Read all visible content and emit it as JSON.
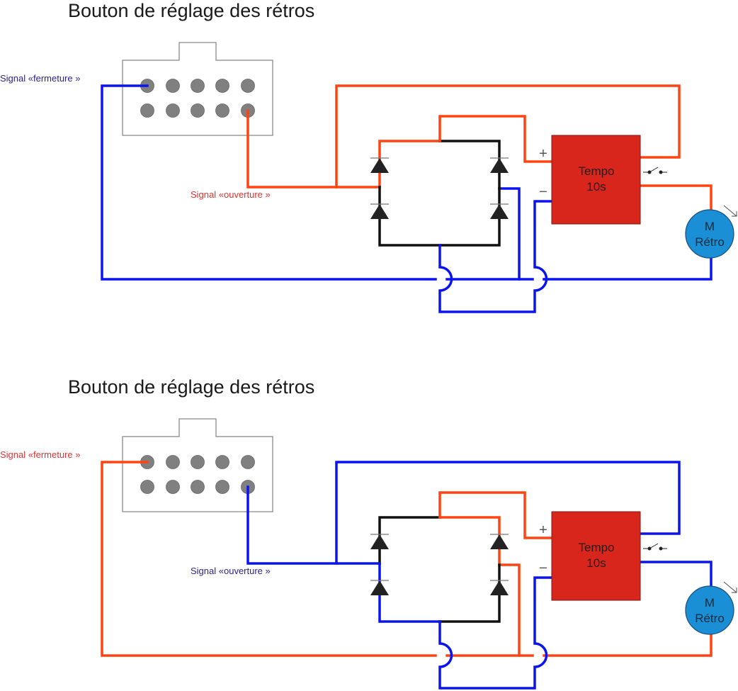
{
  "colors": {
    "wire_red": "#ff4411",
    "wire_blue": "#0a14f0",
    "wire_black": "#111111",
    "label_blue": "#2b1f8a",
    "label_red": "#dd3333",
    "tempo_fill": "#d9261c",
    "motor_fill": "#1a8fd6",
    "pin_fill": "#808080",
    "connector_stroke": "#888888"
  },
  "diagrams": [
    {
      "title": "Bouton de réglage des rétros",
      "signal_fermeture": {
        "label": "Signal «fermeture »",
        "polarity": "blue"
      },
      "signal_ouverture": {
        "label": "Signal «ouverture »",
        "polarity": "red"
      },
      "tempo": {
        "line1": "Tempo",
        "line2": "10s",
        "plus": "+",
        "minus": "−"
      },
      "motor": {
        "line1": "M",
        "line2": "Rétro"
      }
    },
    {
      "title": "Bouton de réglage des rétros",
      "signal_fermeture": {
        "label": "Signal «fermeture »",
        "polarity": "red"
      },
      "signal_ouverture": {
        "label": "Signal «ouverture »",
        "polarity": "blue"
      },
      "tempo": {
        "line1": "Tempo",
        "line2": "10s",
        "plus": "+",
        "minus": "−"
      },
      "motor": {
        "line1": "M",
        "line2": "Rétro"
      }
    }
  ]
}
